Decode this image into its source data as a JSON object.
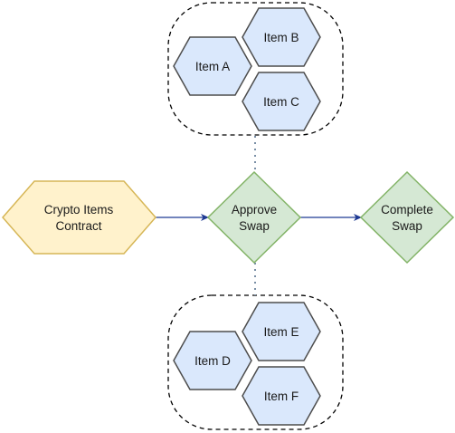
{
  "nodes": {
    "contract": {
      "line1": "Crypto Items",
      "line2": "Contract"
    },
    "approve": {
      "line1": "Approve",
      "line2": "Swap"
    },
    "complete": {
      "line1": "Complete",
      "line2": "Swap"
    },
    "item_a": "Item A",
    "item_b": "Item B",
    "item_c": "Item C",
    "item_d": "Item D",
    "item_e": "Item E",
    "item_f": "Item F"
  },
  "colors": {
    "hex_fill": "#dae8fc",
    "hex_stroke": "#4d4d4d",
    "contract_fill": "#fff2cc",
    "contract_stroke": "#d6b656",
    "diamond_fill": "#d5e8d4",
    "diamond_stroke": "#82b366",
    "arrow": "#1f3a93",
    "dotted": "#7a8fa6"
  }
}
